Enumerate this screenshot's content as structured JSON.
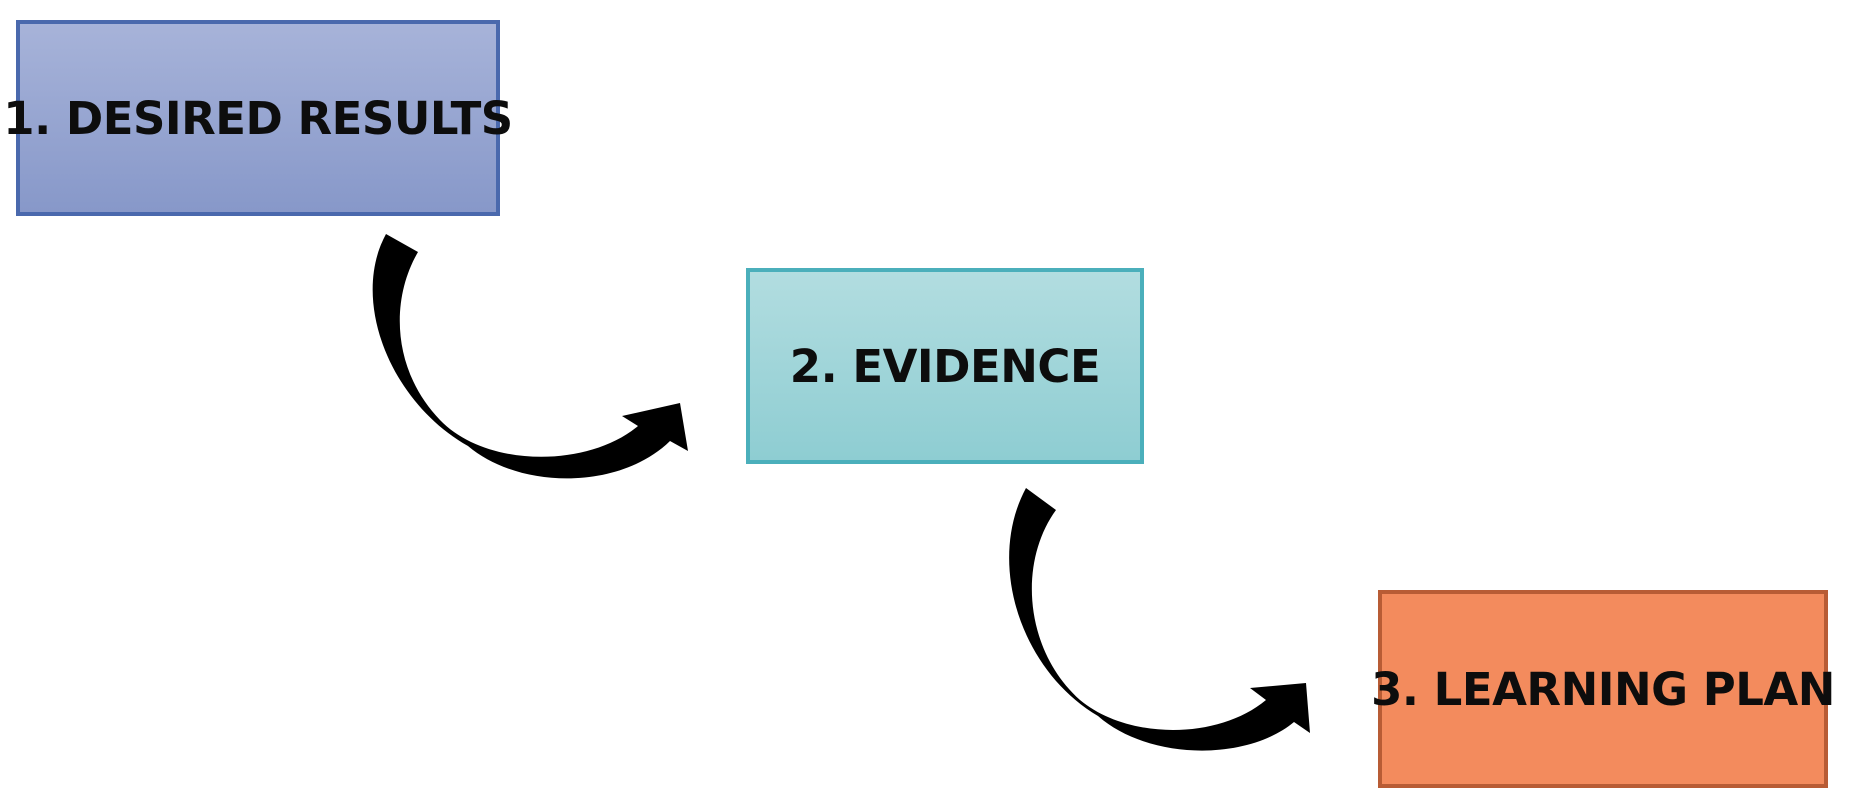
{
  "diagram": {
    "stages": [
      {
        "id": "desired-results",
        "label": "1. DESIRED RESULTS",
        "fill_top": "#a7b3d9",
        "fill_bottom": "#8798c9",
        "border": "#4a69ad"
      },
      {
        "id": "evidence",
        "label": "2. EVIDENCE",
        "fill_top": "#b2dde0",
        "fill_bottom": "#8ecdd2",
        "border": "#4bafbb"
      },
      {
        "id": "learning-plan",
        "label": "3. LEARNING PLAN",
        "fill_top": "#f38b5d",
        "fill_bottom": "#f38b5d",
        "border": "#b85c35"
      }
    ],
    "connectors": [
      {
        "from": "desired-results",
        "to": "evidence",
        "icon": "curved-arrow-icon",
        "color": "#000000"
      },
      {
        "from": "evidence",
        "to": "learning-plan",
        "icon": "curved-arrow-icon",
        "color": "#000000"
      }
    ]
  }
}
